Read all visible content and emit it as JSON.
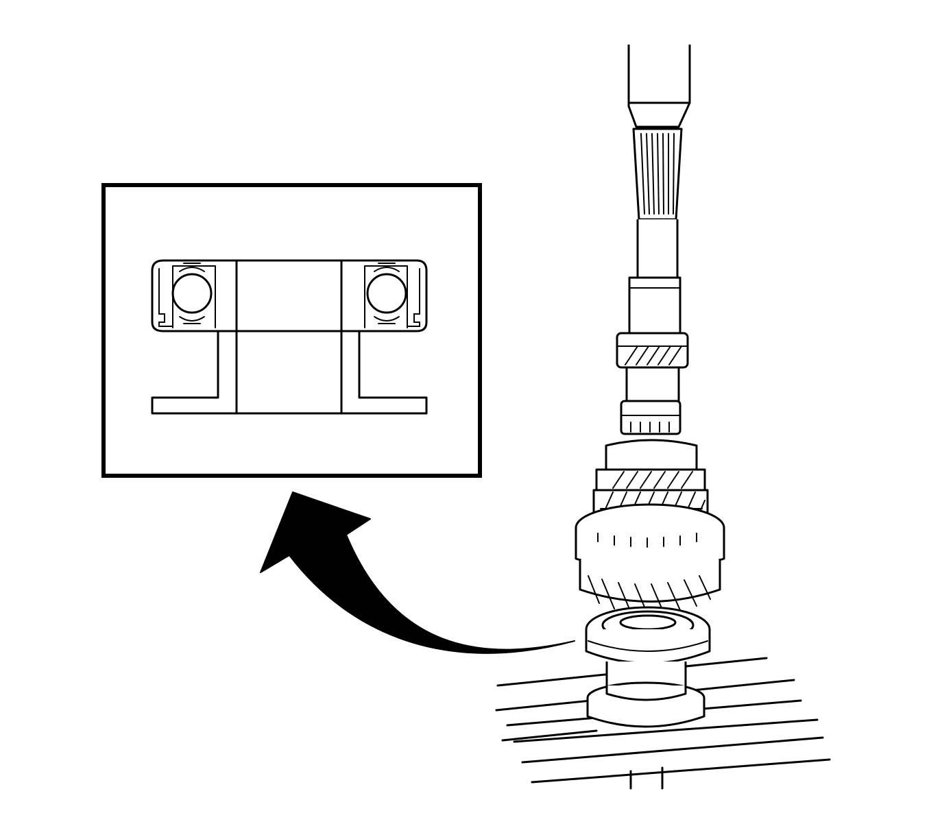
{
  "figure": {
    "subject": "bearing-installation-on-shaft",
    "components": [
      "inset-detail-box",
      "bearing-cross-section",
      "installer-tool-cross-section",
      "direction-arrow",
      "shaft-assembly",
      "press-bed"
    ]
  },
  "colors": {
    "line": "#000000",
    "background": "#ffffff"
  }
}
